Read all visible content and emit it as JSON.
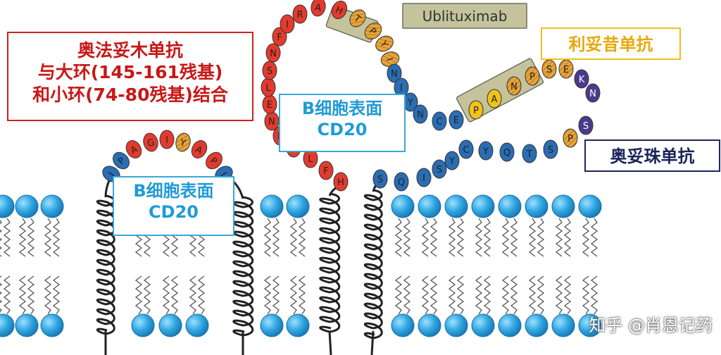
{
  "labels": {
    "ofatumumab": [
      "奥法妥木单抗",
      "与大环(145-161残基)",
      "和小环(74-80残基)结合"
    ],
    "cd20_left": [
      "B细胞表面",
      "CD20"
    ],
    "cd20_center": [
      "B细胞表面",
      "CD20"
    ],
    "ublituximab": "Ublituximab",
    "rituximab": "利妥昔单抗",
    "obinutuzumab": "奥妥珠单抗",
    "watermark": "知乎 @肖恩记药"
  },
  "small_loop": {
    "residues": [
      "I",
      "P",
      "A",
      "G",
      "I",
      "Y",
      "A",
      "P",
      "I"
    ]
  },
  "large_loop": {
    "left_arm": [
      "H",
      "F",
      "L",
      "K",
      "E",
      "N",
      "E",
      "L",
      "S",
      "N",
      "F",
      "I"
    ],
    "top": [
      "R",
      "A",
      "H",
      "T",
      "P",
      "Y",
      "I"
    ],
    "right_arm": [
      "N",
      "I",
      "Y",
      "N",
      "C",
      "E",
      "P",
      "A",
      "N",
      "P",
      "S",
      "E",
      "K",
      "N",
      "S",
      "P",
      "S",
      "T",
      "Q",
      "Y",
      "C",
      "Y",
      "S",
      "I",
      "Q",
      "S"
    ]
  },
  "colors": {
    "residue_red": "#e23b2e",
    "residue_blue": "#2a6db2",
    "residue_orange_hatched": "#e9a43a",
    "residue_yellow": "#f2c21c",
    "residue_purple": "#4b3a8c",
    "lipid_head": "#2fa6e0",
    "ofatumumab": "#c81818",
    "cd20": "#1f9bd6",
    "rituximab": "#e8a80c",
    "obinutuzumab": "#1b2358",
    "ublituximab_fill": "#c4c39c"
  }
}
